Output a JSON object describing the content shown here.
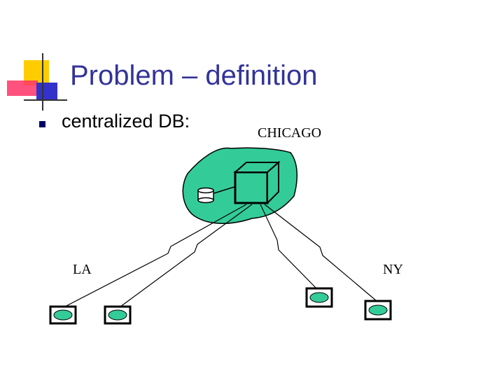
{
  "slide": {
    "title": "Problem – definition",
    "bullet": "centralized DB:"
  },
  "diagram": {
    "sites": {
      "chicago": "CHICAGO",
      "la": "LA",
      "ny": "NY"
    }
  },
  "colors": {
    "title": "#333399",
    "bullet": "#000066",
    "cloud": "#33cc99",
    "terminal_screen": "#33cc99",
    "deco_yellow": "#ffcc00",
    "deco_red": "#ff3366",
    "deco_blue": "#3333cc"
  }
}
